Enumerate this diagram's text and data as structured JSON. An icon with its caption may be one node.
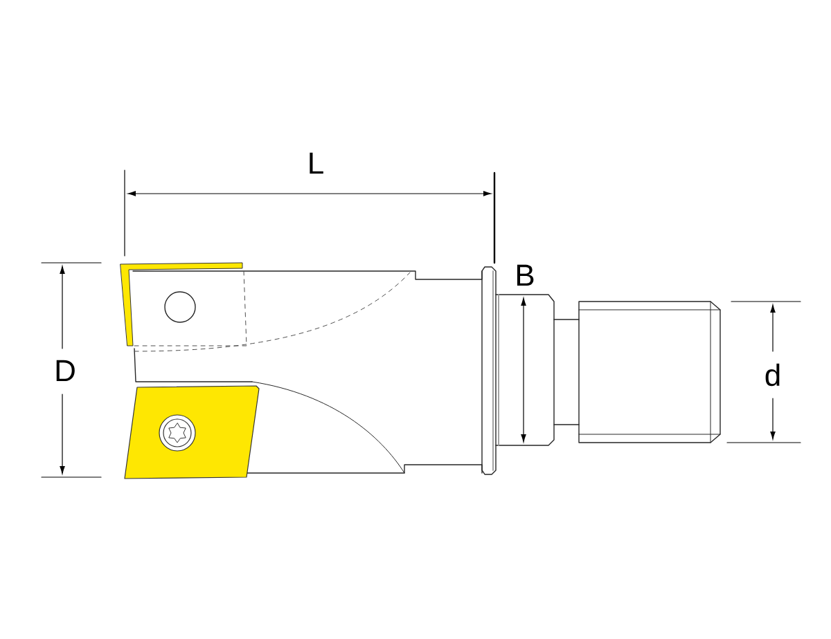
{
  "diagram": {
    "labels": [
      "L",
      "D",
      "B",
      "d"
    ]
  }
}
